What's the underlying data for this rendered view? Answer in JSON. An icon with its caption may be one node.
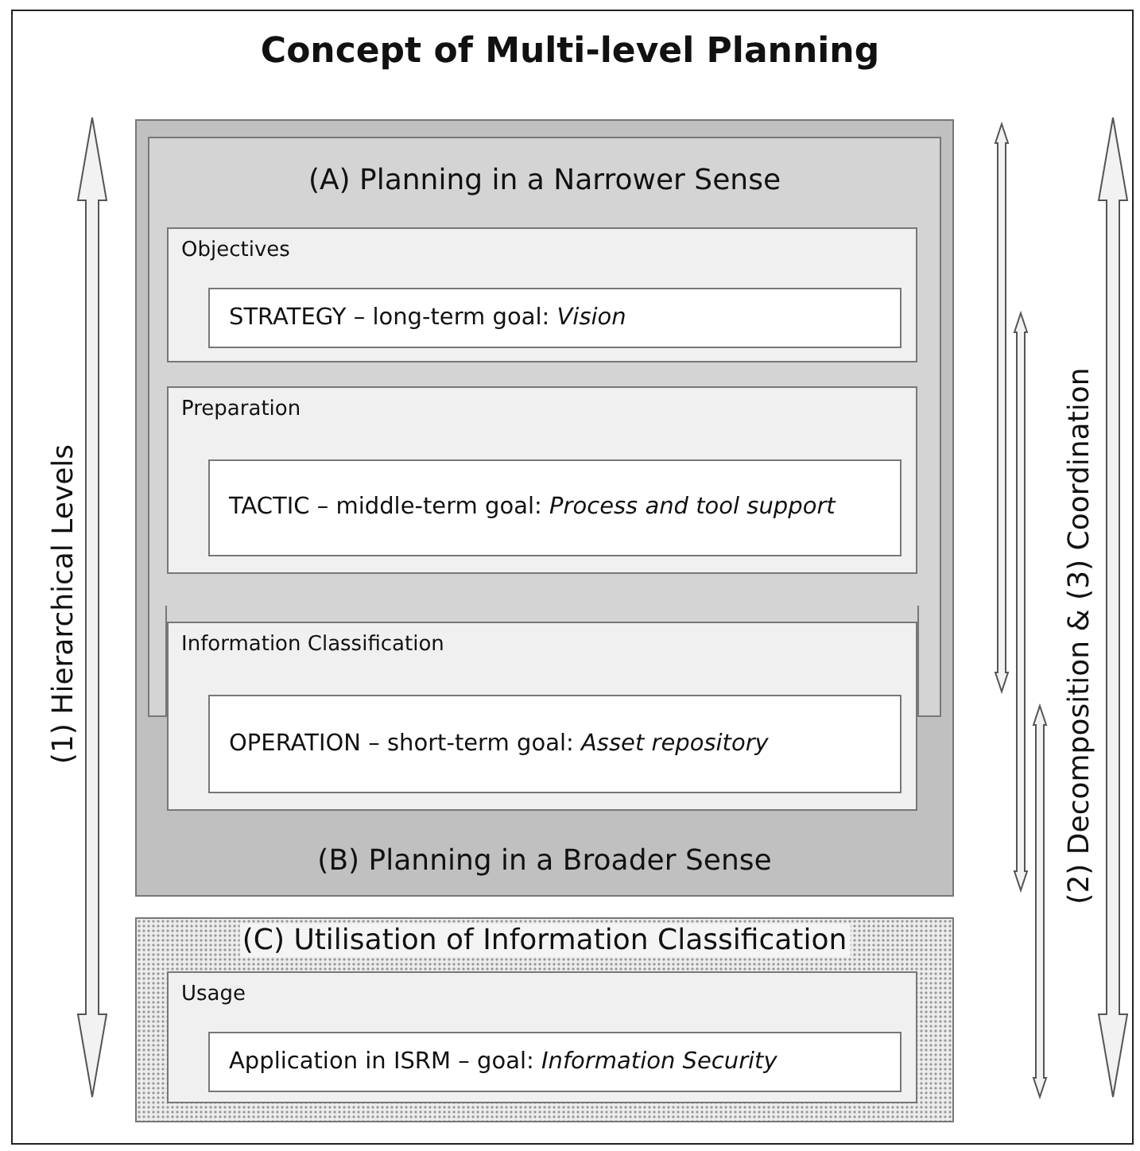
{
  "diagram": {
    "title": "Concept of Multi-level Planning",
    "nodes": [
      {
        "text": [
          "(B) Planning in a Broader Sense"
        ]
      },
      {
        "text": [
          "(A) Planning in a Narrower Sense"
        ],
        "in": 0
      },
      {
        "text": [
          "Objectives"
        ],
        "in": 1
      },
      {
        "text": [
          "STRATEGY – long-term goal: *Vision*"
        ],
        "in": 2
      },
      {
        "text": [
          "Preparation"
        ],
        "in": 1
      },
      {
        "text": [
          "TACTIC – middle-term goal: *Process and tool support*"
        ],
        "in": 4
      },
      {
        "text": [
          "Information Classification"
        ],
        "in": 0
      },
      {
        "text": [
          "OPERATION – short-term goal: *Asset repository*"
        ],
        "in": 6
      },
      {
        "text": [
          "(C) Utilisation of Information Classification"
        ]
      },
      {
        "text": [
          "Usage"
        ],
        "in": 8
      },
      {
        "text": [
          "Application in ISRM – goal: *Information Security*"
        ],
        "in": 9
      }
    ],
    "labels": [
      "(1) Hierarchical Levels",
      "(2) Decomposition & (3) Coordination"
    ]
  }
}
